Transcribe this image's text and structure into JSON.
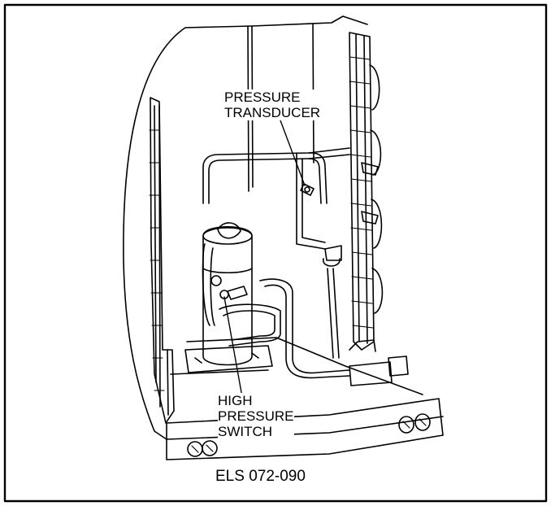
{
  "callouts": {
    "transducer": [
      "PRESSURE",
      "TRANSDUCER"
    ],
    "switch": [
      "HIGH",
      "PRESSURE",
      "SWITCH"
    ]
  },
  "figure_id": "ELS 072-090",
  "colors": {
    "line": "#000000",
    "background": "#ffffff"
  }
}
